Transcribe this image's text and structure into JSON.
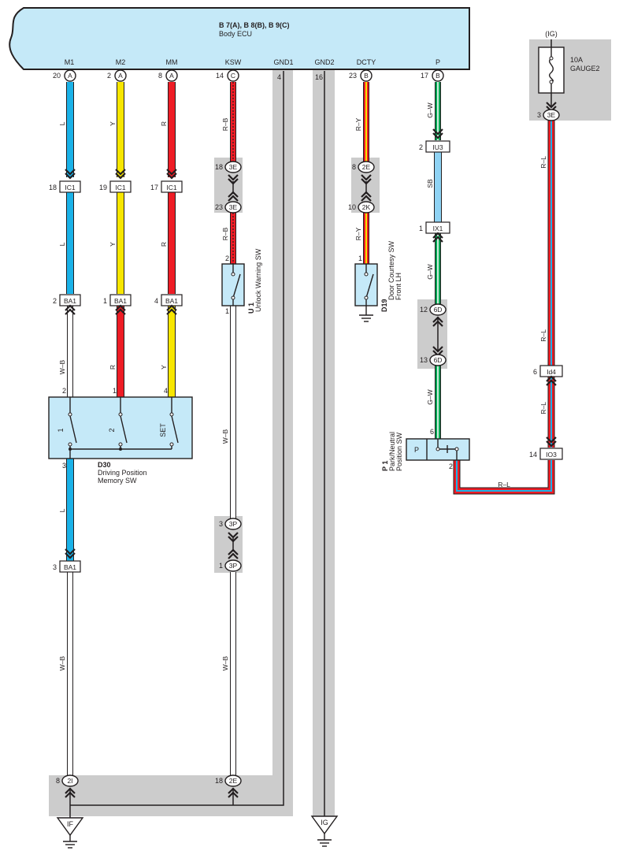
{
  "ecu": {
    "code": "B 7(A), B 8(B), B 9(C)",
    "name": "Body ECU",
    "pins": [
      {
        "signal": "M1",
        "pin": "20",
        "conn": "A"
      },
      {
        "signal": "M2",
        "pin": "2",
        "conn": "A"
      },
      {
        "signal": "MM",
        "pin": "8",
        "conn": "A"
      },
      {
        "signal": "KSW",
        "pin": "14",
        "conn": "C"
      },
      {
        "signal": "GND1",
        "pin": "4",
        "conn": ""
      },
      {
        "signal": "GND2",
        "pin": "16",
        "conn": ""
      },
      {
        "signal": "DCTY",
        "pin": "23",
        "conn": "B"
      },
      {
        "signal": "P",
        "pin": "17",
        "conn": "B"
      }
    ]
  },
  "wire_colors": {
    "L": "#1ab2e8",
    "Y": "#f7e600",
    "R": "#ee1c25",
    "W": "#ffffff",
    "B": "#231f20",
    "G": "#00a651",
    "SB": "#8fd3f4"
  },
  "wire_labels": {
    "m1": "L",
    "m2": "Y",
    "mm": "R",
    "ksw": "R–B",
    "dcty": "R–Y",
    "p_top": "G–W",
    "sb": "SB",
    "ig": "R–L",
    "wb": "W–B",
    "r": "R",
    "y": "Y"
  },
  "connectors": {
    "ic1_m1": {
      "pin": "18",
      "id": "IC1"
    },
    "ic1_m2": {
      "pin": "19",
      "id": "IC1"
    },
    "ic1_mm": {
      "pin": "17",
      "id": "IC1"
    },
    "ba1_1": {
      "pin": "2",
      "id": "BA1"
    },
    "ba1_2": {
      "pin": "1",
      "id": "BA1"
    },
    "ba1_3": {
      "pin": "4",
      "id": "BA1"
    },
    "ba1_low": {
      "pin": "3",
      "id": "BA1"
    },
    "ksw_3e_a": {
      "pin": "18",
      "id": "3E"
    },
    "ksw_3e_b": {
      "pin": "23",
      "id": "3E"
    },
    "ksw_3p_a": {
      "pin": "3",
      "id": "3P"
    },
    "ksw_3p_b": {
      "pin": "1",
      "id": "3P"
    },
    "ksw_2e": {
      "pin": "18",
      "id": "2E"
    },
    "m1_2i": {
      "pin": "8",
      "id": "2I"
    },
    "dcty_2e": {
      "pin": "8",
      "id": "2E"
    },
    "dcty_2k": {
      "pin": "10",
      "id": "2K"
    },
    "iu3": {
      "pin": "2",
      "id": "IU3"
    },
    "ix1": {
      "pin": "1",
      "id": "IX1"
    },
    "p_6d_a": {
      "pin": "12",
      "id": "6D"
    },
    "p_6d_b": {
      "pin": "13",
      "id": "6D"
    },
    "fuse_3e": {
      "pin": "3",
      "id": "3E"
    },
    "id4": {
      "pin": "6",
      "id": "Id4"
    },
    "io3": {
      "pin": "14",
      "id": "IO3"
    }
  },
  "components": {
    "d30": {
      "code": "D30",
      "line1": "Driving Position",
      "line2": "Memory SW",
      "pin_in": [
        "2",
        "1",
        "4"
      ],
      "pin_out": "3",
      "sw": [
        "1",
        "2",
        "SET"
      ]
    },
    "u1": {
      "code": "U 1",
      "name": "Unlock Warning SW",
      "pin_top": "2",
      "pin_bot": "1"
    },
    "d19": {
      "code": "D19",
      "line1": "Door Courtesy SW",
      "line2": "Front LH",
      "pin_top": "1"
    },
    "p1": {
      "code": "P 1",
      "line1": "Park/Neutral",
      "line2": "Position SW",
      "pos": "P",
      "pin_top": "6",
      "pin_out": "2"
    },
    "fuse": {
      "source": "(IG)",
      "rating": "10A",
      "name": "GAUGE2"
    }
  },
  "grounds": {
    "left": "IF",
    "right": "IG"
  }
}
